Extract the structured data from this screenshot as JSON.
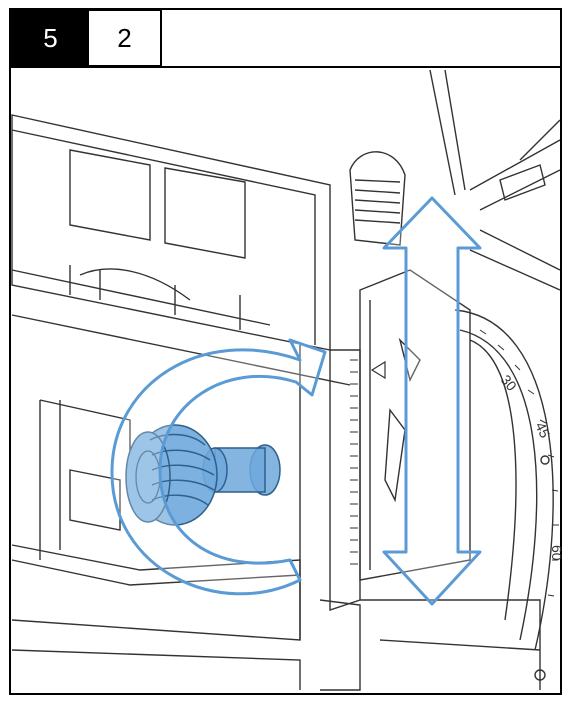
{
  "step": {
    "number": "5",
    "sub_number": "2"
  },
  "scale_labels": [
    "30",
    "45",
    "60"
  ],
  "colors": {
    "arrow_stroke": "#5b9bd5",
    "knob_fill": "#6fa8dc",
    "line": "#333333",
    "frame": "#000000"
  },
  "icons": {
    "rotate_arrow": "rotate-arrow-icon",
    "vertical_arrow": "vertical-double-arrow-icon",
    "knob": "adjustment-knob-icon"
  }
}
